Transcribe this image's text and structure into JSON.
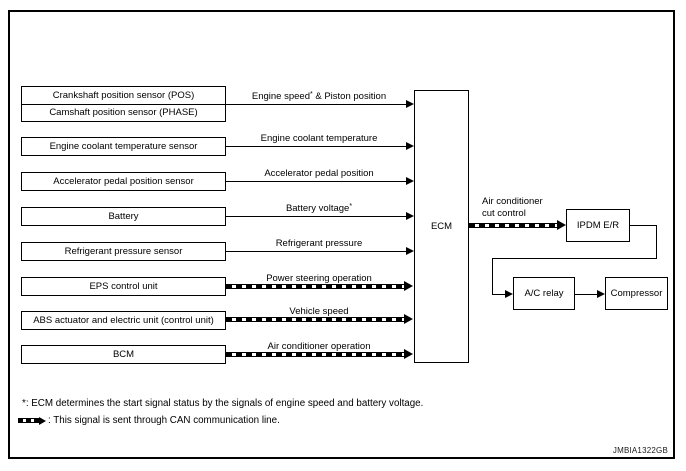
{
  "figure_code": "JMBIA1322GB",
  "ecm": {
    "label": "ECM"
  },
  "sources": {
    "crankshaft": "Crankshaft position sensor (POS)",
    "camshaft": "Camshaft position sensor (PHASE)",
    "coolant": "Engine coolant temperature sensor",
    "accelerator": "Accelerator pedal position sensor",
    "battery": "Battery",
    "refrigerant": "Refrigerant pressure sensor",
    "eps": "EPS control unit",
    "abs": "ABS actuator and electric unit (control unit)",
    "bcm": "BCM"
  },
  "signals": [
    {
      "pre": "Engine speed",
      "sup": "*",
      "post": " & Piston position",
      "line": "solid"
    },
    {
      "pre": "Engine coolant temperature",
      "sup": "",
      "post": "",
      "line": "solid"
    },
    {
      "pre": "Accelerator pedal position",
      "sup": "",
      "post": "",
      "line": "solid"
    },
    {
      "pre": "Battery voltage",
      "sup": "*",
      "post": "",
      "line": "solid"
    },
    {
      "pre": "Refrigerant pressure",
      "sup": "",
      "post": "",
      "line": "solid"
    },
    {
      "pre": "Power steering operation",
      "sup": "",
      "post": "",
      "line": "can"
    },
    {
      "pre": "Vehicle speed",
      "sup": "",
      "post": "",
      "line": "can"
    },
    {
      "pre": "Air conditioner operation",
      "sup": "",
      "post": "",
      "line": "can"
    }
  ],
  "output": {
    "cut_label_line1": "Air conditioner",
    "cut_label_line2": "cut control",
    "cut_line": "can",
    "ipdm": "IPDM E/R",
    "ac_relay": "A/C relay",
    "compressor": "Compressor"
  },
  "notes": {
    "asterisk": "*: ECM determines the start signal status by the signals of engine speed and battery voltage.",
    "can_legend": ": This signal is sent through CAN communication line."
  },
  "colors": {
    "line": "#000000",
    "background": "#ffffff"
  }
}
